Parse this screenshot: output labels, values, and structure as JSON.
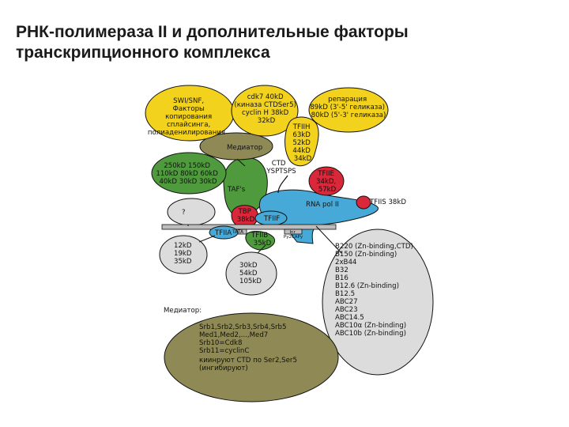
{
  "title_line1": "РНК-полимераза II и дополнительные факторы",
  "title_line2": "транскрипционного комплекса",
  "swi": [
    "SWI/SNF,",
    "Факторы",
    "копирования",
    "сплайсинга,",
    "полиаденилирования"
  ],
  "cdk": [
    "cdk7 40kD",
    "(киназа CTDSer5)",
    "cyclin H 38kD",
    "32kD"
  ],
  "repair": [
    "репарация",
    "89kD (3'-5' геликаза)",
    "80kD (5'-3' геликаза)"
  ],
  "tfiih": [
    "TFIIH",
    "63kD",
    "52kD",
    "44kD",
    "34kD"
  ],
  "mediator_small": "Медиатор",
  "taf_left": [
    "250kD 150kD",
    "110kD 80kD 60kD",
    "40kD 30kD 30kD"
  ],
  "tafs": "TAF's",
  "ctd": [
    "CTD",
    "YSPTSPS"
  ],
  "tfiie": [
    "TFIIE",
    "34kD,",
    "57kD"
  ],
  "rnapol": "RNA pol II",
  "tfiis": "TFIIS 38kD",
  "question": "?",
  "tbp": [
    "TBP",
    "38kD"
  ],
  "tfiif": "TFIIF",
  "tfiia": "TFIIA",
  "tata": "TATA",
  "tfiib": [
    "TFIIB",
    "35kD"
  ],
  "inr": [
    "Inr",
    "Py2CAPy"
  ],
  "tfiia_subunits": [
    "12kD",
    "19kD",
    "35kD"
  ],
  "tfiif_subunits": [
    "30kD",
    "54kD",
    "105kD"
  ],
  "mediator_title": "Медиатор:",
  "mediator_lines": [
    "Srb1,Srb2,Srb3,Srb4,Srb5",
    "Med1,Med2,...,Med7",
    "",
    "Srb10=Cdk8",
    "Srb11=cyclinC",
    "",
    "киинруют CTD по Ser2,Ser5",
    "(ингибируют)"
  ],
  "polII_subunits": [
    "B220 (Zn-binding,CTD)",
    "B150 (Zn-binding)",
    "2xB44",
    "B32",
    "B16",
    "B12.6 (Zn-binding)",
    "B12.5",
    "ABC27",
    "ABC23",
    "ABC14.5",
    "ABC10α (Zn-binding)",
    "ABC10b (Zn-binding)"
  ],
  "colors": {
    "yellow": "#f2d21c",
    "olive": "#8f8a55",
    "green": "#4e9a3c",
    "blue": "#47a9d7",
    "red": "#d8283a",
    "grey": "#dcdcdc",
    "dna": "#bdbdbd"
  }
}
